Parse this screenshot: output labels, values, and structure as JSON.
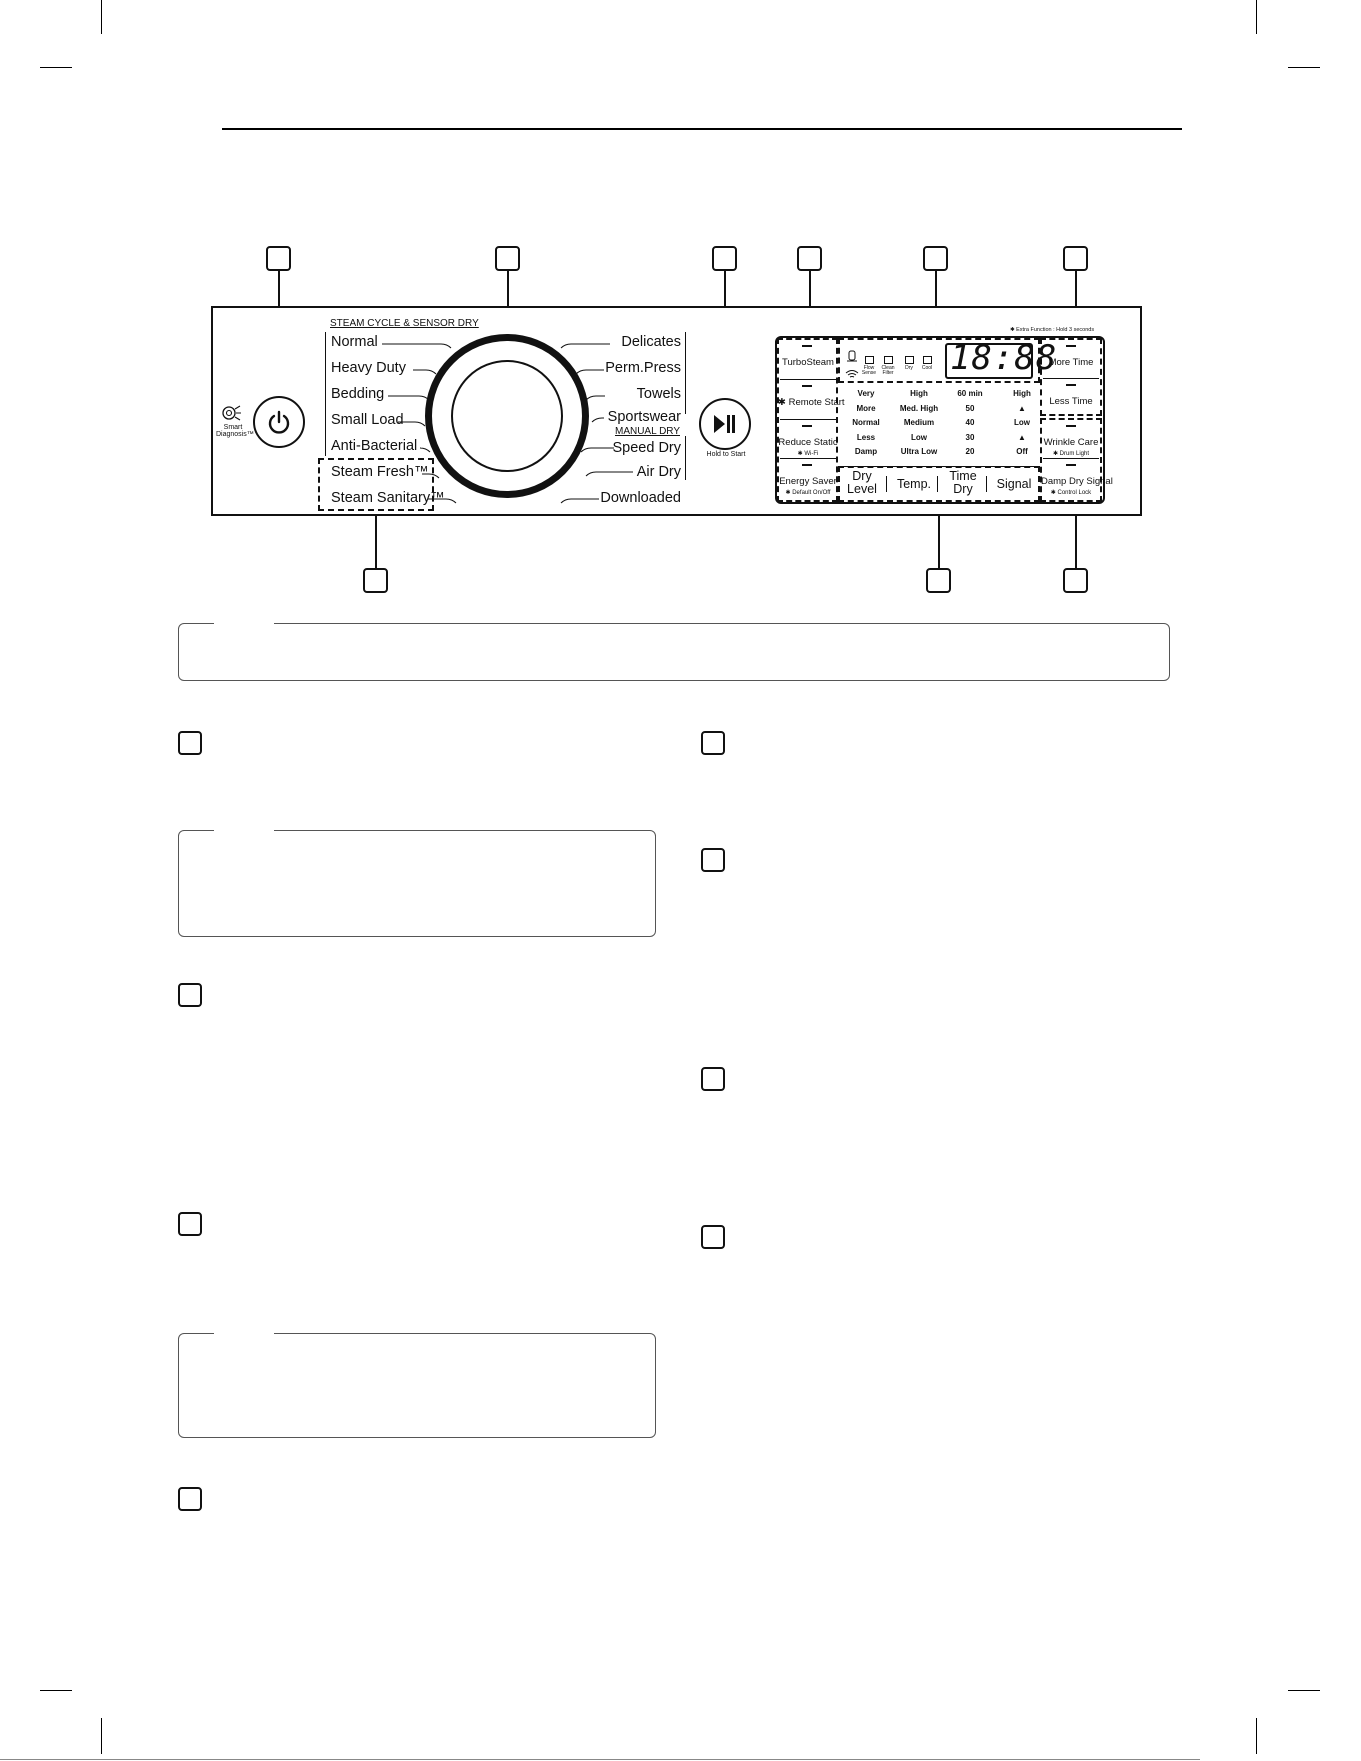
{
  "panel": {
    "steam_title": "STEAM CYCLE & SENSOR DRY",
    "left_cycles": [
      "Normal",
      "Heavy Duty",
      "Bedding",
      "Small Load",
      "Anti-Bacterial",
      "Steam Fresh™",
      "Steam Sanitary™"
    ],
    "right_cycles": [
      "Delicates",
      "Perm.Press",
      "Towels",
      "Sportswear",
      "Speed Dry",
      "Air Dry",
      "Downloaded"
    ],
    "manual_title": "MANUAL DRY",
    "smart_diagnosis": "Smart Diagnosis™",
    "hold_to_start": "Hold to Start",
    "extra_function": "✱ Extra Function : Hold 3 seconds"
  },
  "display": {
    "left_buttons": [
      {
        "label": "TurboSteam",
        "sub": ""
      },
      {
        "label": "✱ Remote Start",
        "sub": ""
      },
      {
        "label": "Reduce Static",
        "sub": "✱ Wi-Fi"
      },
      {
        "label": "Energy Saver",
        "sub": "✱ Default On/Off"
      }
    ],
    "status_icons": [
      "Flow Sense",
      "Clean Filter",
      "Dry",
      "Cool"
    ],
    "time": "18:88",
    "options": {
      "dry_level": [
        "Very",
        "More",
        "Normal",
        "Less",
        "Damp"
      ],
      "temp": [
        "High",
        "Med. High",
        "Medium",
        "Low",
        "Ultra Low"
      ],
      "time_dry": [
        "60 min",
        "50",
        "40",
        "30",
        "20"
      ],
      "signal": [
        "High",
        "▲",
        "Low",
        "▲",
        "Off"
      ]
    },
    "footer": [
      "Dry Level",
      "Temp.",
      "Time Dry",
      "Signal"
    ],
    "right_buttons": [
      {
        "label": "More Time",
        "sub": ""
      },
      {
        "label": "Less Time",
        "sub": ""
      },
      {
        "label": "Wrinkle Care",
        "sub": "✱ Drum Light"
      },
      {
        "label": "Damp Dry Signal",
        "sub": "✱ Control Lock"
      }
    ]
  },
  "icons": {
    "power": "power-icon",
    "start_pause": "play-pause-icon",
    "smart_diagnosis": "smart-diagnosis-icon",
    "wifi": "wifi-icon",
    "remote": "remote-icon"
  }
}
